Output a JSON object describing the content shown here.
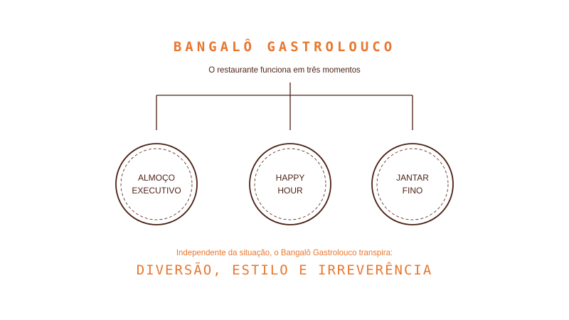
{
  "header": {
    "title": "BANGALÔ GASTROLOUCO",
    "subtitle": "O restaurante funciona em três momentos"
  },
  "moments": [
    {
      "label": "ALMOÇO\nEXECUTIVO"
    },
    {
      "label": "HAPPY\nHOUR"
    },
    {
      "label": "JANTAR\nFINO"
    }
  ],
  "footer": {
    "intro": "Independente da situação, o Bangalô Gastrolouco transpira:",
    "tagline": "DIVERSÃO, ESTILO E IRREVERÊNCIA"
  },
  "colors": {
    "accent": "#e8762d",
    "line": "#4a1f14"
  }
}
